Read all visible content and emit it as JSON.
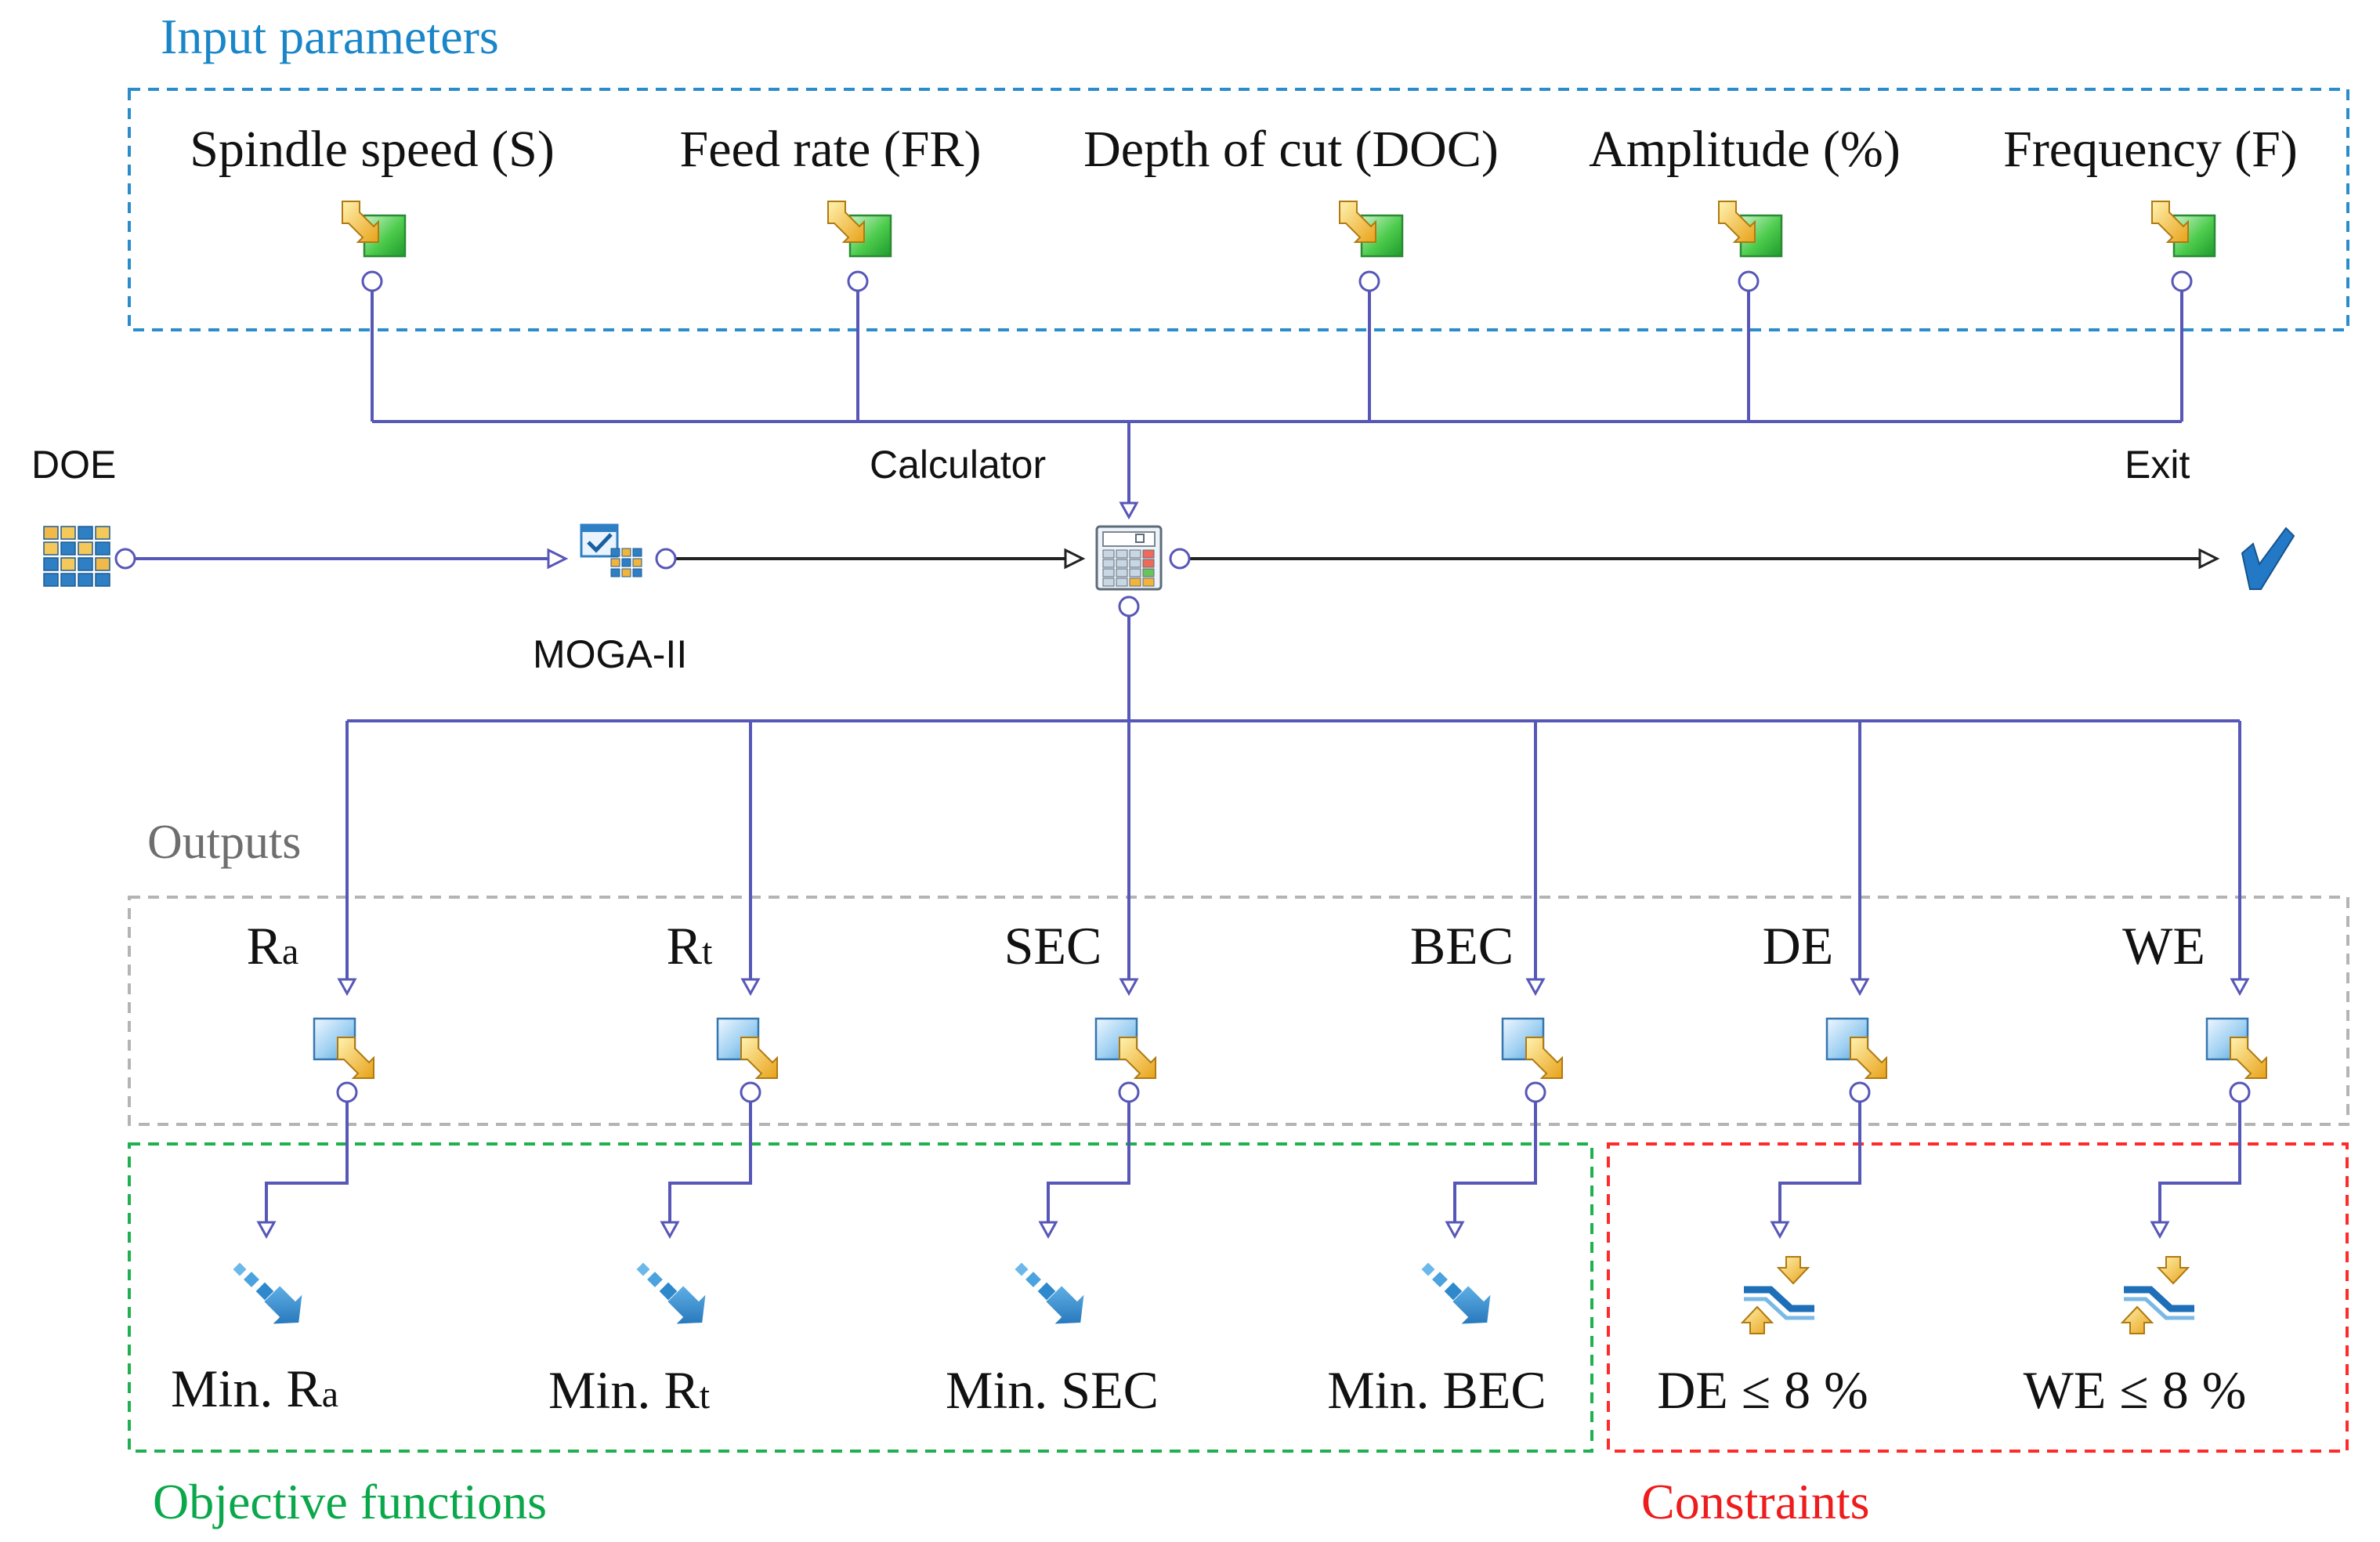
{
  "colors": {
    "input_box": "#2b8ccc",
    "input_title": "#1a86c8",
    "outputs_box": "#b4b4b4",
    "outputs_title": "#6e6e6e",
    "objective_box": "#1fb04f",
    "objective_title": "#0aa84a",
    "constraint_box": "#ff2a2a",
    "constraint_title": "#ee1c1c",
    "connector": "#5757b8",
    "flow": "#222222",
    "text": "#111111"
  },
  "sections": {
    "input_title": "Input parameters",
    "outputs_title": "Outputs",
    "objective_title": "Objective functions",
    "constraint_title": "Constraints"
  },
  "inputs": [
    {
      "label": "Spindle  speed (S)",
      "icon": "input-variable-icon"
    },
    {
      "label": "Feed rate (FR)",
      "icon": "input-variable-icon"
    },
    {
      "label": "Depth of cut (DOC)",
      "icon": "input-variable-icon"
    },
    {
      "label": "Amplitude  (%)",
      "icon": "input-variable-icon"
    },
    {
      "label": "Frequency  (F)",
      "icon": "input-variable-icon"
    }
  ],
  "workflow": {
    "doe": {
      "label": "DOE",
      "icon": "doe-grid-icon"
    },
    "moga": {
      "label": "MOGA-II",
      "icon": "scheduler-icon"
    },
    "calculator": {
      "label": "Calculator",
      "icon": "calculator-icon"
    },
    "exit": {
      "label": "Exit",
      "icon": "exit-checkmark-icon"
    }
  },
  "outputs": [
    {
      "main": "R",
      "sub": "a",
      "icon": "output-variable-icon"
    },
    {
      "main": "R",
      "sub": "t",
      "icon": "output-variable-icon"
    },
    {
      "main": "SEC",
      "sub": "",
      "icon": "output-variable-icon"
    },
    {
      "main": "BEC",
      "sub": "",
      "icon": "output-variable-icon"
    },
    {
      "main": "DE",
      "sub": "",
      "icon": "output-variable-icon"
    },
    {
      "main": "WE",
      "sub": "",
      "icon": "output-variable-icon"
    }
  ],
  "objectives": [
    {
      "main": "Min.  R",
      "sub": "a",
      "icon": "minimize-objective-icon"
    },
    {
      "main": "Min.  R",
      "sub": "t",
      "icon": "minimize-objective-icon"
    },
    {
      "main": "Min.  SEC",
      "sub": "",
      "icon": "minimize-objective-icon"
    },
    {
      "main": "Min.  BEC",
      "sub": "",
      "icon": "minimize-objective-icon"
    }
  ],
  "constraints": [
    {
      "label": "DE ≤ 8 %",
      "icon": "constraint-icon"
    },
    {
      "label": "WE ≤ 8 %",
      "icon": "constraint-icon"
    }
  ]
}
